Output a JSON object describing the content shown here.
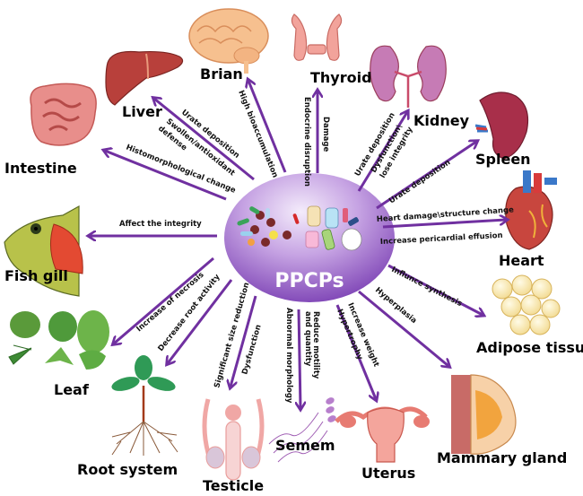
{
  "colors": {
    "arrow": "#7030a0",
    "center_light": "#e9dcf5",
    "center_dark": "#7a3fb3"
  },
  "center": {
    "label": "PPCPs"
  },
  "organs": {
    "brain": "Brian",
    "thyroid": "Thyroid",
    "liver": "Liver",
    "kidney": "Kidney",
    "intestine": "Intestine",
    "spleen": "Spleen",
    "heart": "Heart",
    "fish_gill": "Fish gill",
    "adipose": "Adipose tissue",
    "leaf": "Leaf",
    "root": "Root system",
    "testicle": "Testicle",
    "semem": "Semem",
    "uterus": "Uterus",
    "mammary": "Mammary gland"
  },
  "effects": {
    "brain": [
      "High bioaccumulation"
    ],
    "thyroid": [
      "Endocrine disruption",
      "Damage"
    ],
    "liver": [
      "Urate deposition",
      "Swollen/antioxidant",
      "defense"
    ],
    "intestine": [
      "Histomorphological change"
    ],
    "kidney": [
      "Urate deposition",
      "Dysfunction\\",
      "lose integrity"
    ],
    "spleen": [
      "Urate deposition"
    ],
    "heart": [
      "Heart damage\\structure change",
      "Increase pericardial effusion"
    ],
    "fish_gill": [
      "Affect the integrity"
    ],
    "adipose": [
      "Influnce synthesis"
    ],
    "mammary": [
      "Hyperplasia"
    ],
    "uterus": [
      "Increase weight",
      "Hypertrophy"
    ],
    "semem": [
      "Reduce motility",
      "and quantity",
      "Abnormal morphology"
    ],
    "testicle": [
      "Significant size reduction",
      "Dysfunction"
    ],
    "root": [
      "Decrease root activity"
    ],
    "leaf": [
      "Increase of necrosis"
    ]
  }
}
